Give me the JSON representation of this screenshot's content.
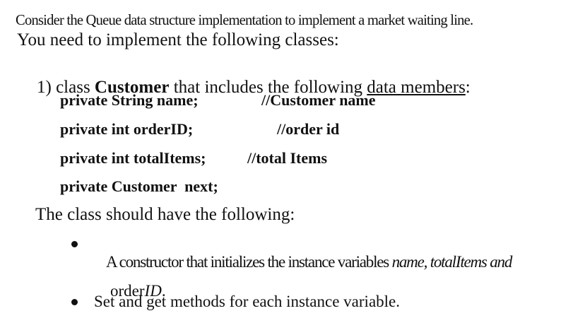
{
  "document": {
    "colors": {
      "text": "#111111",
      "background": "#ffffff"
    },
    "intro": "Consider the Queue data structure implementation to implement a market waiting line.",
    "subtitle": "You need to implement the following classes:",
    "item1": {
      "prefix": "1) class ",
      "class_name": "Customer",
      "mid": " that includes the following ",
      "underlined": "data members",
      "suffix": ":"
    },
    "members": [
      {
        "decl": "private String name;",
        "comment": "//Customer name"
      },
      {
        "decl": "private int orderID;",
        "comment": "//order id"
      },
      {
        "decl": "private int totalItems;",
        "comment": "//total Items"
      },
      {
        "decl": "private Customer  next;",
        "comment": ""
      }
    ],
    "follow": "The class should have the following:",
    "bullets": [
      {
        "marker": "bullet-dot",
        "line1_regular": "A constructor that initializes the instance variables ",
        "line1_italic": "name, totalItems and",
        "line2_regular": "order",
        "line2_italic": "ID",
        "line2_end": "."
      },
      {
        "marker": "bullet-dot",
        "text": "Set and get methods for each instance variable."
      }
    ]
  }
}
